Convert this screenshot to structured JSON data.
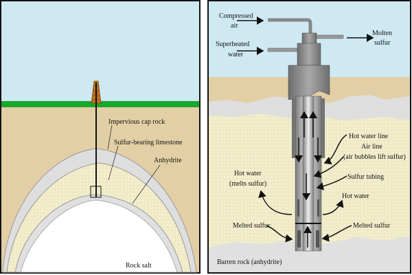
{
  "left_panel": {
    "labels": {
      "cap_rock": "Impervious cap rock",
      "limestone": "Sulfur-bearing limestone",
      "anhydrite": "Anhydrite",
      "rock_salt": "Rock salt"
    }
  },
  "right_panel": {
    "labels": {
      "compressed_air_1": "Compressed",
      "compressed_air_2": "air",
      "superheated_water_1": "Superheated",
      "superheated_water_2": "water",
      "molten_sulfur_1": "Molten",
      "molten_sulfur_2": "sulfur",
      "hot_water_line": "Hot water line",
      "air_line": "Air line",
      "air_line_note": "(air bubbles lift sulfur)",
      "sulfur_tubing": "Sulfur tubing",
      "hot_water_left_1": "Hot water",
      "hot_water_left_2": "(melts sulfur)",
      "hot_water_right": "Hot water",
      "melted_sulfur_left": "Melted sulfur",
      "melted_sulfur_right": "Melted sulfur",
      "barren_rock": "Barren rock (anhydrite)"
    }
  },
  "colors": {
    "sky": "#cfe9f3",
    "grass": "#1aa82c",
    "sand": "#e3cfa5",
    "rock": "#dcdcdc",
    "limestone": "#f1ecc8",
    "salt": "#ffffff",
    "derrick": "#c2731e",
    "pipe": "#8c8c8c"
  }
}
